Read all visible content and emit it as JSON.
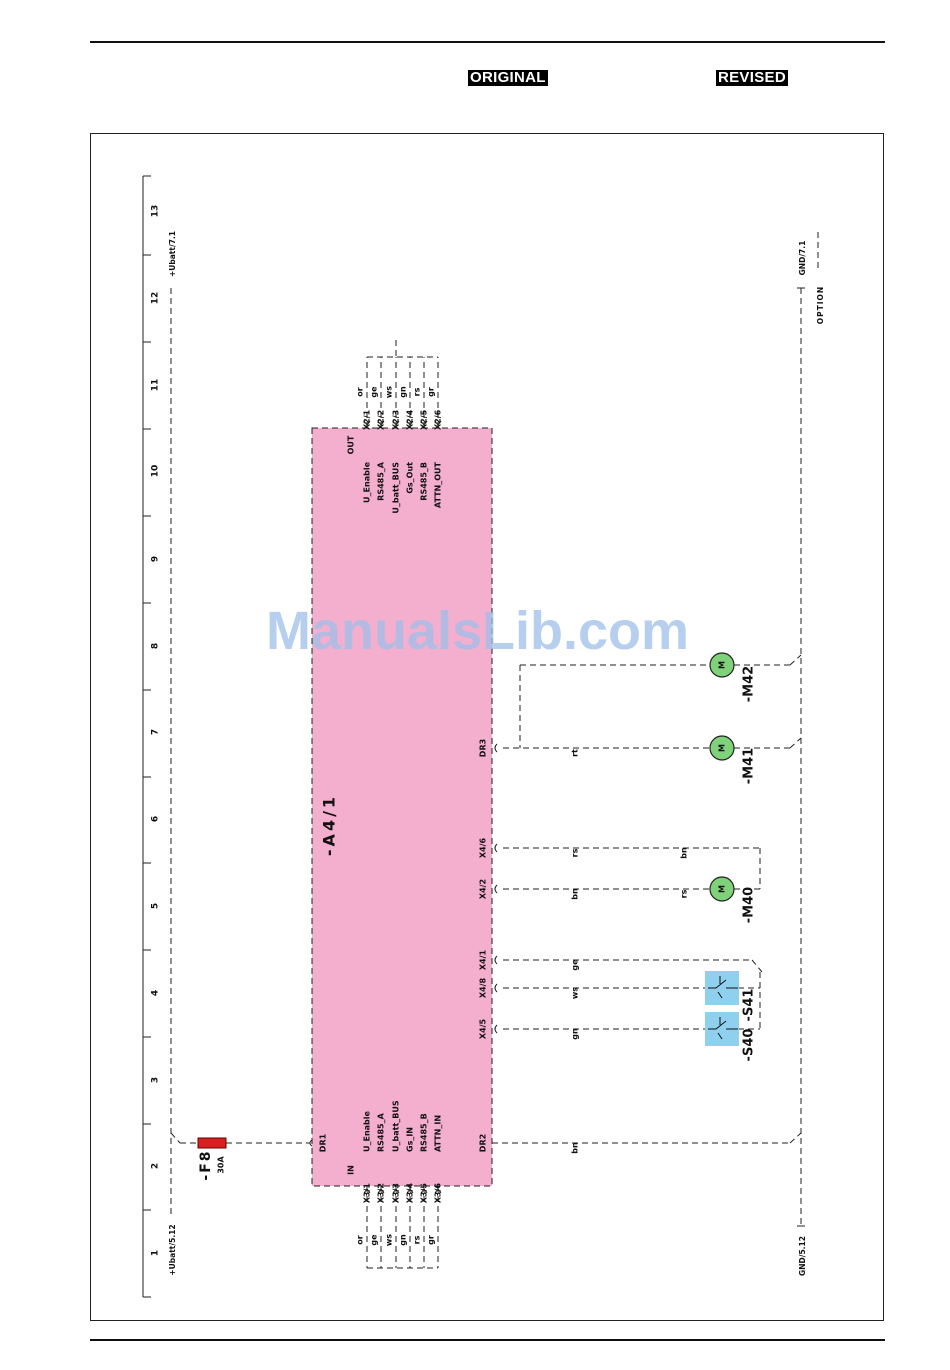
{
  "header": {
    "original_label": "ORIGINAL",
    "revised_label": "REVISED"
  },
  "watermark": "ManualsLib.com",
  "ruler": {
    "numbers": [
      "1",
      "2",
      "3",
      "4",
      "5",
      "6",
      "7",
      "8",
      "9",
      "10",
      "11",
      "12",
      "13"
    ]
  },
  "rails": {
    "ubatt_bottom": "+Ubatt/5.12",
    "ubatt_top": "+Ubatt/7.1",
    "gnd_bottom": "GND/5.12",
    "gnd_top": "GND/7.1",
    "option": "OPTION"
  },
  "fuse": {
    "name": "-F8",
    "rating": "30A"
  },
  "module": {
    "name": "-A4/1",
    "dr1": "DR1",
    "dr2": "DR2",
    "dr3": "DR3",
    "in_label": "IN",
    "out_label": "OUT",
    "in_pins": [
      {
        "pin": "X3/1",
        "signal": "U_Enable",
        "color": "or"
      },
      {
        "pin": "X3/2",
        "signal": "RS485_A",
        "color": "ge"
      },
      {
        "pin": "X3/3",
        "signal": "U_batt_BUS",
        "color": "ws"
      },
      {
        "pin": "X3/4",
        "signal": "Gs_IN",
        "color": "gn"
      },
      {
        "pin": "X3/5",
        "signal": "RS485_B",
        "color": "rs"
      },
      {
        "pin": "X3/6",
        "signal": "ATTN_IN",
        "color": "gr"
      }
    ],
    "out_pins": [
      {
        "pin": "X2/1",
        "signal": "U_Enable",
        "color": "or"
      },
      {
        "pin": "X2/2",
        "signal": "RS485_A",
        "color": "ge"
      },
      {
        "pin": "X2/3",
        "signal": "U_batt_BUS",
        "color": "ws"
      },
      {
        "pin": "X2/4",
        "signal": "Gs_Out",
        "color": "gn"
      },
      {
        "pin": "X2/5",
        "signal": "RS485_B",
        "color": "rs"
      },
      {
        "pin": "X2/6",
        "signal": "ATTN_OUT",
        "color": "gr"
      }
    ],
    "x4_pins": [
      "X4/5",
      "X4/8",
      "X4/1",
      "X4/2",
      "X4/6"
    ]
  },
  "wires": {
    "dr2": "bn",
    "x45": "gn",
    "x48": "ws",
    "x41": "ge",
    "x42_a": "bn",
    "x42_b": "rs",
    "x46_a": "rs",
    "x46_b": "bn",
    "dr3": "rt"
  },
  "components": {
    "s40": "-S40",
    "s41": "-S41",
    "m40": "-M40",
    "m41": "-M41",
    "m42": "-M42",
    "motor_letter": "M"
  },
  "colors": {
    "module_fill": "#f4aece",
    "motor_fill": "#7fd27a",
    "switch_fill": "#8fd0ef",
    "fuse_fill": "#d92020"
  }
}
